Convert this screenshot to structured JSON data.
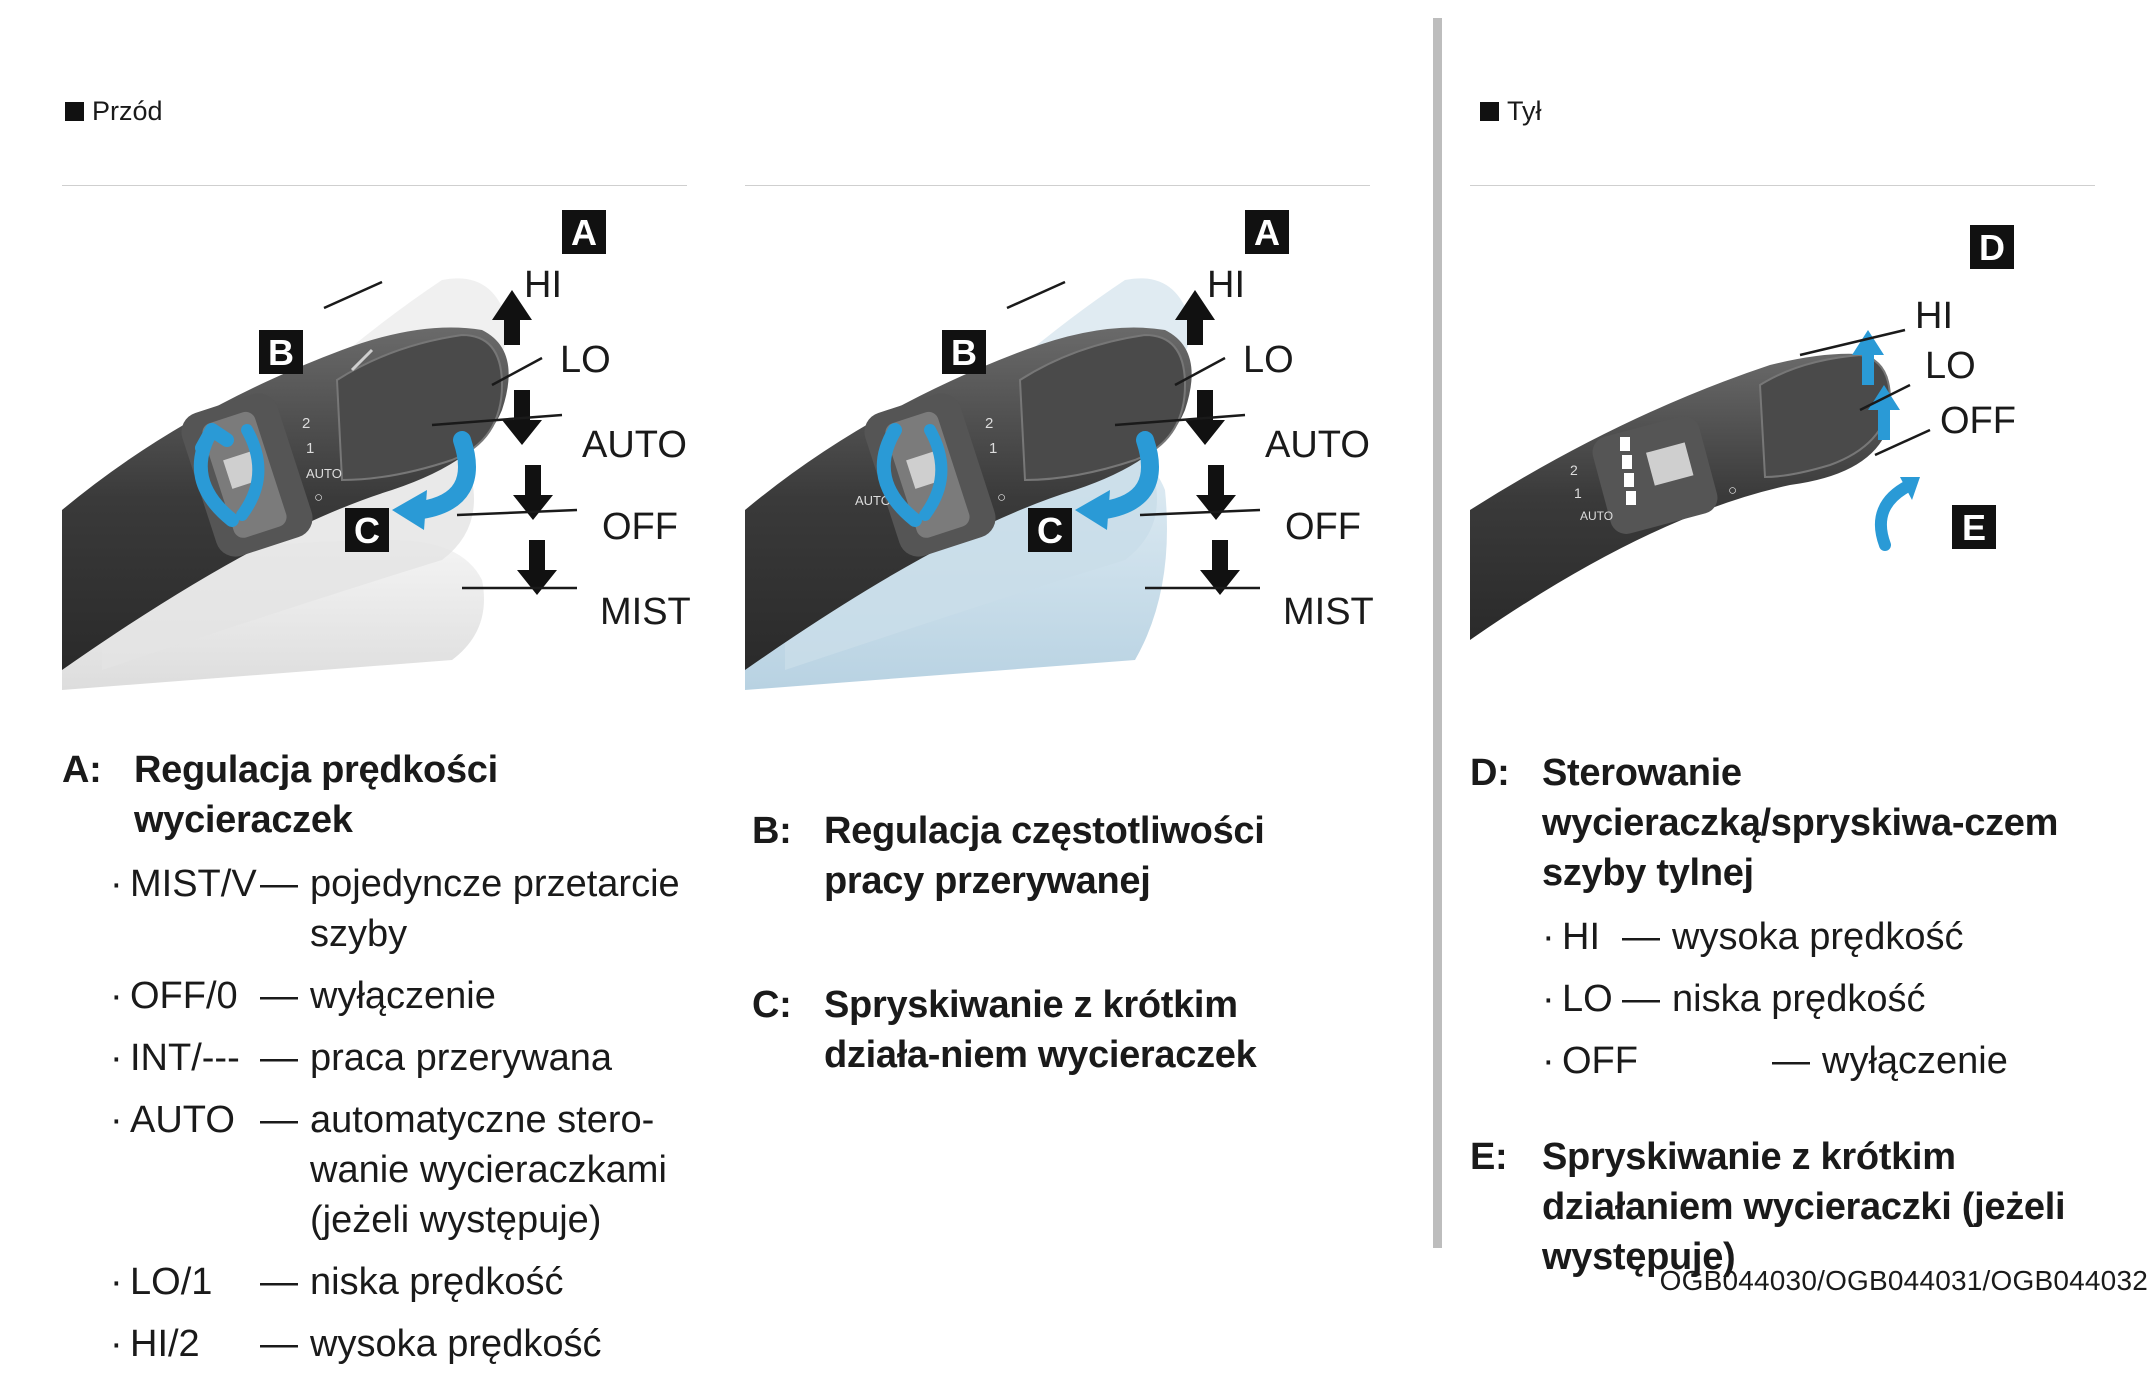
{
  "sections": {
    "front_label": "Przód",
    "rear_label": "Tył"
  },
  "figures": {
    "front_1": {
      "callouts": [
        "A",
        "B",
        "C"
      ],
      "positions": [
        "HI",
        "LO",
        "AUTO",
        "OFF",
        "MIST"
      ],
      "stalk_marks": [
        "2",
        "1",
        "AUTO",
        "○"
      ]
    },
    "front_2": {
      "callouts": [
        "A",
        "B",
        "C"
      ],
      "positions": [
        "HI",
        "LO",
        "AUTO",
        "OFF",
        "MIST"
      ],
      "stalk_marks": [
        "2",
        "1",
        "AUTO",
        "○"
      ]
    },
    "rear": {
      "callouts": [
        "D",
        "E"
      ],
      "positions": [
        "HI",
        "LO",
        "OFF"
      ],
      "stalk_marks": [
        "2",
        "1",
        "AUTO",
        "○"
      ]
    }
  },
  "col1": {
    "heading_key": "A:",
    "heading": "Regulacja prędkości wycieraczek",
    "items": [
      {
        "name": "MIST/V",
        "desc": "pojedyncze przetarcie szyby"
      },
      {
        "name": "OFF/0",
        "desc": "wyłączenie"
      },
      {
        "name": "INT/---",
        "desc": "praca przerywana"
      },
      {
        "name": "AUTO",
        "desc": "automatyczne stero-wanie wycieraczkami (jeżeli występuje)"
      },
      {
        "name": "LO/1",
        "desc": "niska prędkość"
      },
      {
        "name": "HI/2",
        "desc": "wysoka prędkość"
      }
    ]
  },
  "col2": {
    "b_key": "B:",
    "b_text": "Regulacja częstotliwości pracy przerywanej",
    "c_key": "C:",
    "c_text": "Spryskiwanie z krótkim działa-niem wycieraczek"
  },
  "col3": {
    "d_key": "D:",
    "d_text": "Sterowanie wycieraczką/spryskiwa-czem szyby tylnej",
    "items": [
      {
        "name": "HI",
        "desc": "wysoka prędkość"
      },
      {
        "name": "LO",
        "desc": "niska prędkość"
      },
      {
        "name": "OFF",
        "desc": "wyłączenie"
      }
    ],
    "e_key": "E:",
    "e_text": "Spryskiwanie z krótkim działaniem wycieraczki (jeżeli występuje)"
  },
  "figure_code": "OGB044030/OGB044031/OGB044032",
  "colors": {
    "arrow_blue": "#2a9ad6",
    "stalk_dark": "#3a3a3a",
    "ghost_gray": "#e6e6e6",
    "ghost_blue": "#cfe2ee"
  }
}
